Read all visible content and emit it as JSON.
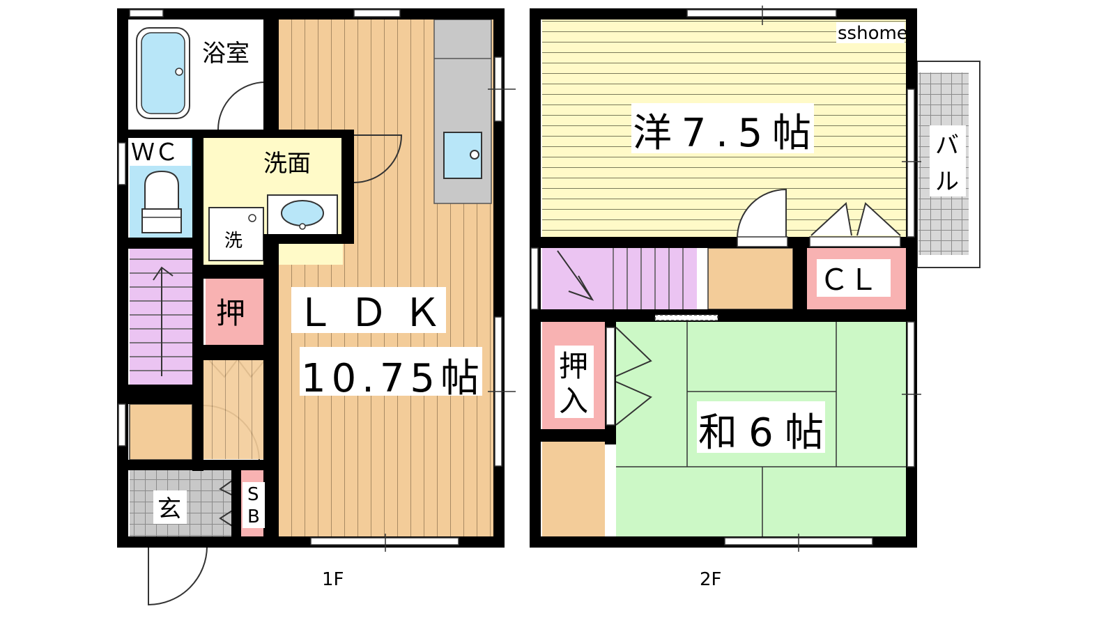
{
  "floor1": {
    "caption": "1F",
    "rooms": {
      "bath": "浴室",
      "wc": "ＷＣ",
      "washroom": "洗面",
      "washer": "洗",
      "oshi": "押",
      "ldk_name": "ＬＤＫ",
      "ldk_size": "10.75帖",
      "genkan": "玄",
      "sb_s": "S",
      "sb_b": "B"
    }
  },
  "floor2": {
    "caption": "2F",
    "rooms": {
      "western": "洋7.5帖",
      "balcony_1": "バ",
      "balcony_2": "ル",
      "closet": "ＣＬ",
      "oshiire_1": "押",
      "oshiire_2": "入",
      "japanese": "和6帖"
    }
  },
  "watermark": "sshome",
  "colors": {
    "wall": "#000000",
    "wood_floor": "#f3cc99",
    "wood_line": "#a88a63",
    "western_room": "#fffac8",
    "western_line": "#7a7a5a",
    "washroom": "#fffac8",
    "stairs": "#ebc4f2",
    "storage": "#f8b2b2",
    "tatami": "#ccf8c6",
    "bath_tub": "#b8e6f8",
    "kitchen_counter": "#c8c8c8",
    "tile": "#c8c8c8",
    "balcony_bg": "#dddddd"
  }
}
